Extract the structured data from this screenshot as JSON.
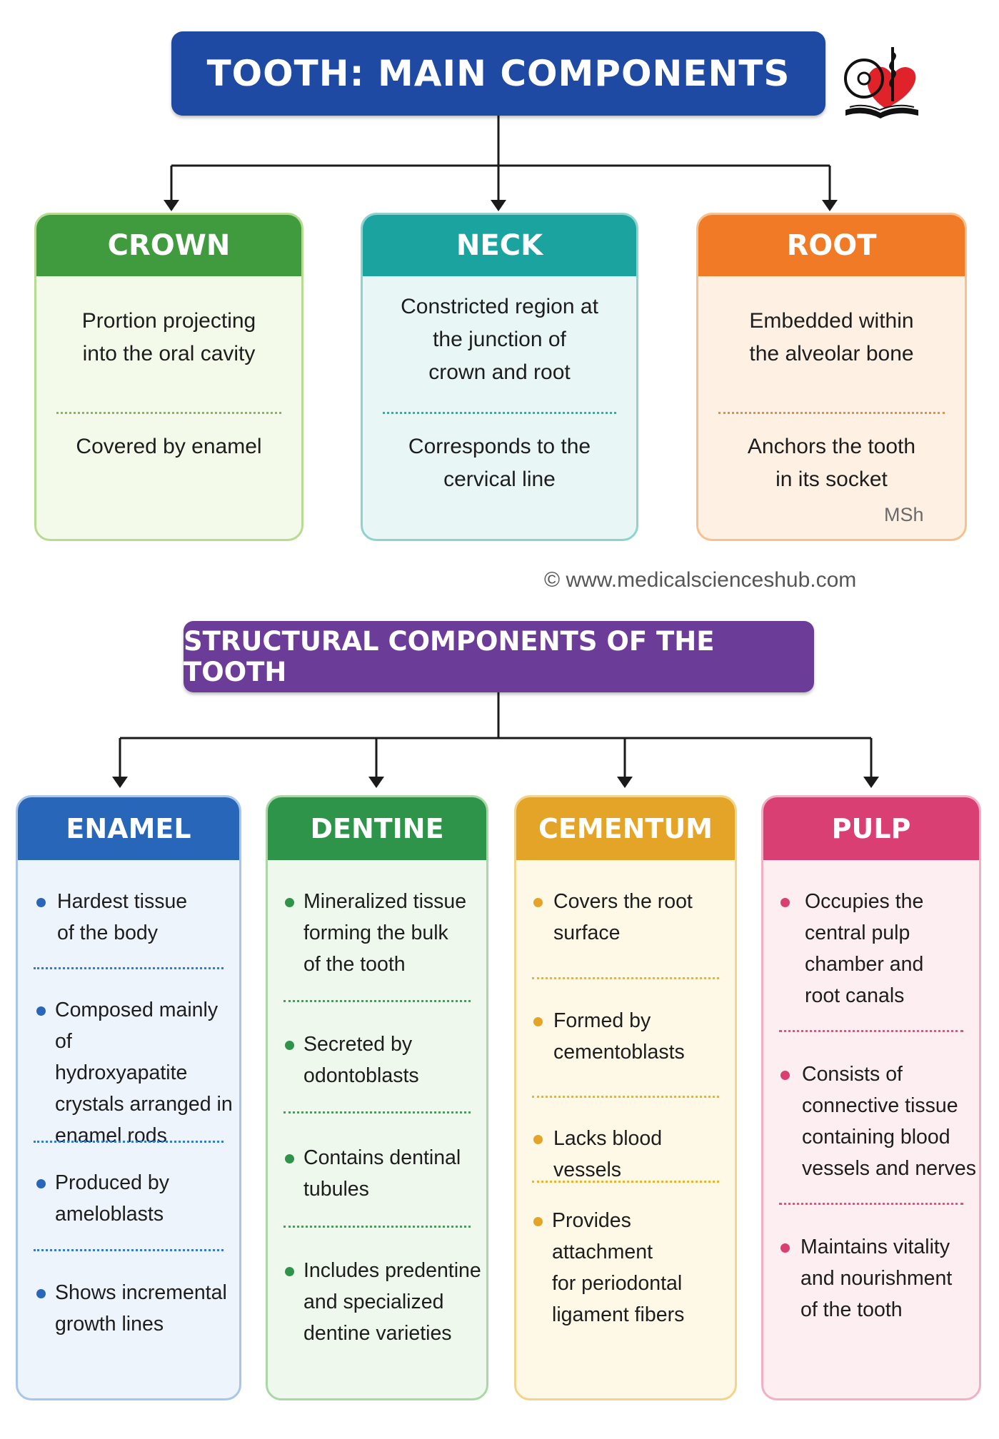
{
  "title": "TOOTH: MAIN COMPONENTS",
  "main_components": [
    {
      "name": "CROWN",
      "color": "#3f9b3e",
      "bg": "#f4fae9",
      "border": "#b6dc8f",
      "lines": [
        "Prortion projecting\ninto the oral cavity",
        "Covered by enamel"
      ]
    },
    {
      "name": "NECK",
      "color": "#1ba39f",
      "bg": "#e8f6f5",
      "border": "#8fd3ce",
      "lines": [
        "Constricted region at\nthe junction of\ncrown and root",
        "Corresponds to the\ncervical line"
      ]
    },
    {
      "name": "ROOT",
      "color": "#f07a26",
      "bg": "#fef1e3",
      "border": "#f6c18e",
      "lines": [
        "Embedded within\nthe alveolar bone",
        "Anchors the tooth\nin its socket"
      ]
    }
  ],
  "watermark": "MSh",
  "credit": "© www.medicalscienceshub.com",
  "structural_title": "STRUCTURAL COMPONENTS OF THE TOOTH",
  "structural_components": [
    {
      "name": "ENAMEL",
      "color": "#2766b8",
      "bg": "#eef4fc",
      "border": "#a8c6ea",
      "items": [
        "Hardest tissue\nof the body",
        "Composed mainly of\nhydroxyapatite\ncrystals arranged in\nenamel rods",
        "Produced by\nameloblasts",
        "Shows incremental\ngrowth lines"
      ]
    },
    {
      "name": "DENTINE",
      "color": "#2e944a",
      "bg": "#eef8ec",
      "border": "#a9d8a6",
      "items": [
        "Mineralized tissue\nforming the bulk\nof the tooth",
        "Secreted by\nodontoblasts",
        "Contains dentinal\ntubules",
        "Includes predentine\nand specialized\ndentine varieties"
      ]
    },
    {
      "name": "CEMENTUM",
      "color": "#e3a428",
      "bg": "#fef8e6",
      "border": "#f2d58b",
      "items": [
        "Covers the root\nsurface",
        "Formed by\ncementoblasts",
        "Lacks blood vessels",
        "Provides attachment\nfor periodontal\nligament fibers"
      ]
    },
    {
      "name": "PULP",
      "color": "#d93f72",
      "bg": "#fdeef2",
      "border": "#f2b0c4",
      "items": [
        "Occupies the\ncentral pulp\nchamber and\nroot canals",
        "Consists of\nconnective tissue\ncontaining blood\nvessels and nerves",
        "Maintains vitality\nand nourishment\nof the tooth"
      ]
    }
  ]
}
